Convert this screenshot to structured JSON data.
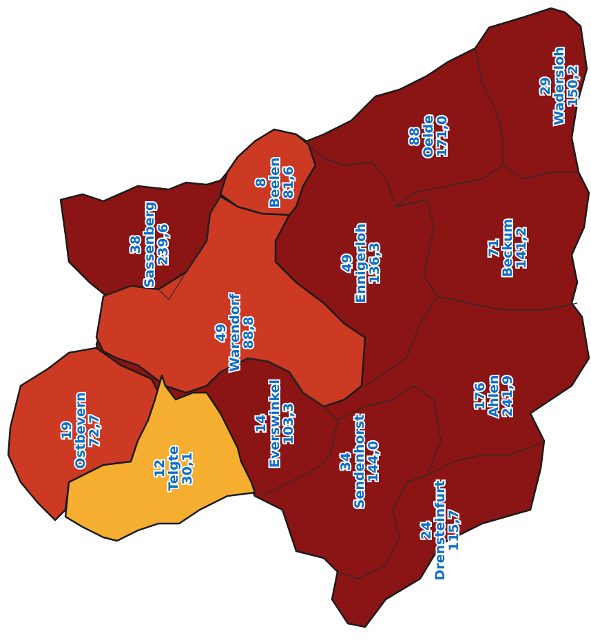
{
  "colors": {
    "very_high": "#8b1414",
    "high": "#cc3a24",
    "medium": "#f5ae30",
    "label": "#0d6ec9",
    "label_halo": "#ffffff"
  },
  "regions": [
    {
      "name": "Wadersloh",
      "cases": "29",
      "incidence": "150,2",
      "level": "very_high"
    },
    {
      "name": "Oelde",
      "cases": "88",
      "incidence": "171,0",
      "level": "very_high"
    },
    {
      "name": "Beelen",
      "cases": "8",
      "incidence": "81,6",
      "level": "high"
    },
    {
      "name": "Sassenberg",
      "cases": "38",
      "incidence": "239,6",
      "level": "very_high"
    },
    {
      "name": "Ennigerloh",
      "cases": "49",
      "incidence": "136,3",
      "level": "very_high"
    },
    {
      "name": "Beckum",
      "cases": "71",
      "incidence": "141,2",
      "level": "very_high"
    },
    {
      "name": "Warendorf",
      "cases": "49",
      "incidence": "88,8",
      "level": "high"
    },
    {
      "name": "Ahlen",
      "cases": "176",
      "incidence": "241,9",
      "level": "very_high"
    },
    {
      "name": "Everswinkel",
      "cases": "14",
      "incidence": "103,3",
      "level": "very_high"
    },
    {
      "name": "Ostbevern",
      "cases": "19",
      "incidence": "72,7",
      "level": "high"
    },
    {
      "name": "Telgte",
      "cases": "12",
      "incidence": "30,1",
      "level": "medium"
    },
    {
      "name": "Sendenhorst",
      "cases": "34",
      "incidence": "144,0",
      "level": "very_high"
    },
    {
      "name": "Drensteinfurt",
      "cases": "24",
      "incidence": "115,7",
      "level": "very_high"
    }
  ]
}
